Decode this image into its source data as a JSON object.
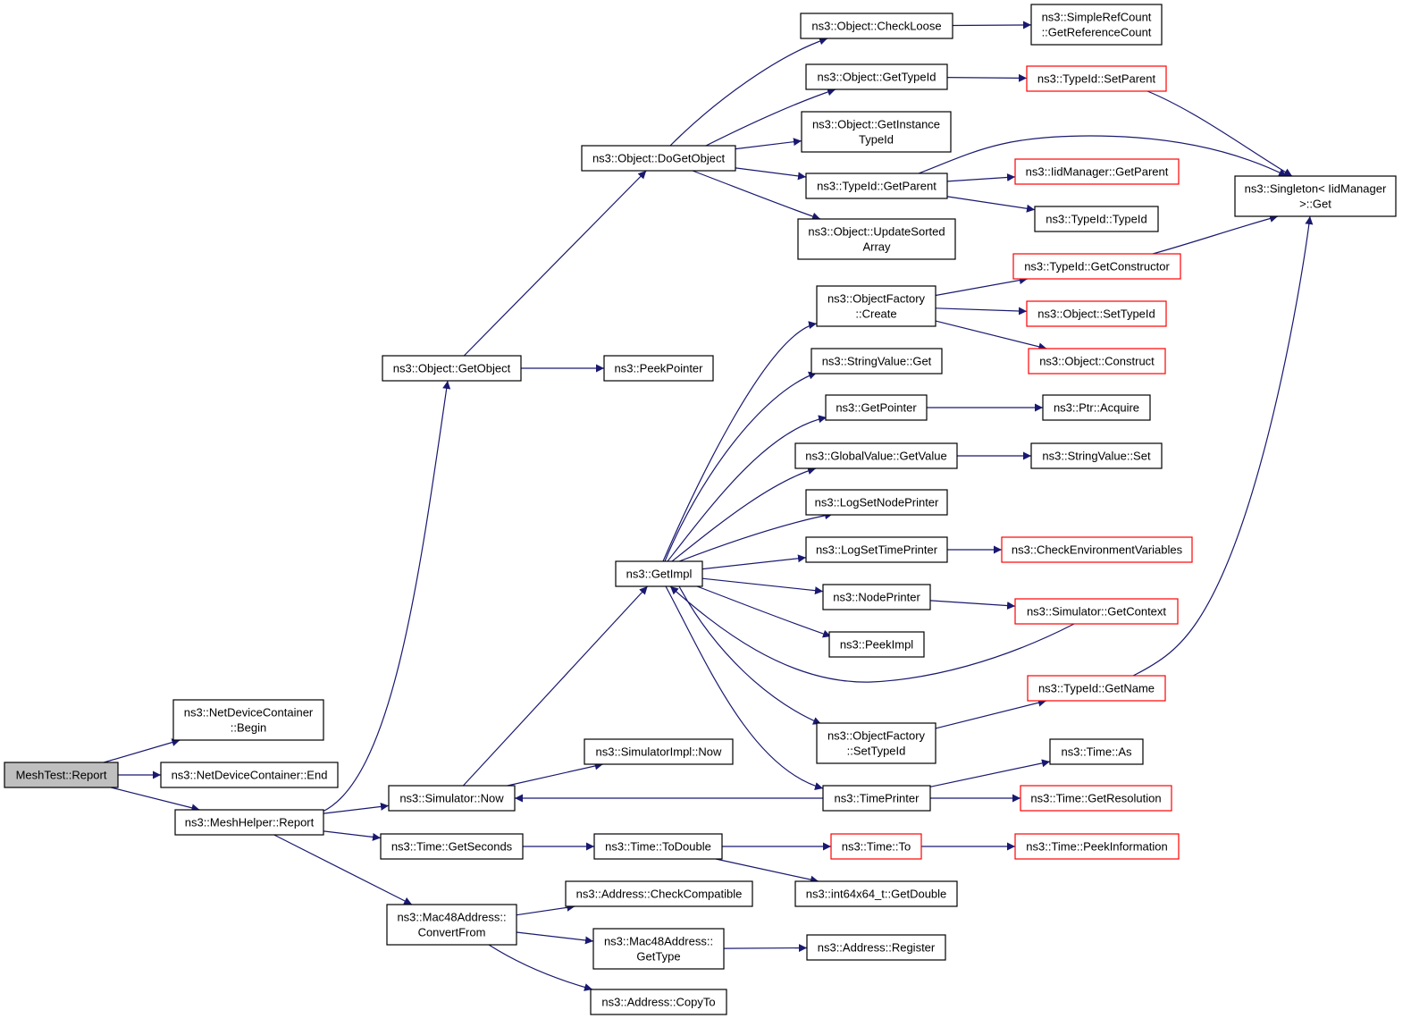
{
  "colors": {
    "edge": "#191970",
    "node_border": "#000000",
    "node_border_truncated": "#ff0000",
    "root_fill": "#bfbfbf",
    "node_fill": "#ffffff"
  },
  "nodes": [
    {
      "id": "meshtest_report",
      "lines": [
        "MeshTest::Report"
      ],
      "root": true
    },
    {
      "id": "ndc_begin",
      "lines": [
        "ns3::NetDeviceContainer",
        "::Begin"
      ]
    },
    {
      "id": "ndc_end",
      "lines": [
        "ns3::NetDeviceContainer::End"
      ]
    },
    {
      "id": "meshhelper_report",
      "lines": [
        "ns3::MeshHelper::Report"
      ]
    },
    {
      "id": "object_getobject",
      "lines": [
        "ns3::Object::GetObject"
      ]
    },
    {
      "id": "simulator_now",
      "lines": [
        "ns3::Simulator::Now"
      ]
    },
    {
      "id": "time_getseconds",
      "lines": [
        "ns3::Time::GetSeconds"
      ]
    },
    {
      "id": "mac48_convertfrom",
      "lines": [
        "ns3::Mac48Address::",
        "ConvertFrom"
      ]
    },
    {
      "id": "object_dogetobject",
      "lines": [
        "ns3::Object::DoGetObject"
      ]
    },
    {
      "id": "peekpointer",
      "lines": [
        "ns3::PeekPointer"
      ]
    },
    {
      "id": "getimpl",
      "lines": [
        "ns3::GetImpl"
      ]
    },
    {
      "id": "simulatorimpl_now",
      "lines": [
        "ns3::SimulatorImpl::Now"
      ]
    },
    {
      "id": "time_todouble",
      "lines": [
        "ns3::Time::ToDouble"
      ]
    },
    {
      "id": "address_checkcompatible",
      "lines": [
        "ns3::Address::CheckCompatible"
      ]
    },
    {
      "id": "mac48_gettype",
      "lines": [
        "ns3::Mac48Address::",
        "GetType"
      ]
    },
    {
      "id": "address_copyto",
      "lines": [
        "ns3::Address::CopyTo"
      ]
    },
    {
      "id": "object_checkloose",
      "lines": [
        "ns3::Object::CheckLoose"
      ]
    },
    {
      "id": "object_gettypeid",
      "lines": [
        "ns3::Object::GetTypeId"
      ]
    },
    {
      "id": "object_getinstancetypeid",
      "lines": [
        "ns3::Object::GetInstance",
        "TypeId"
      ]
    },
    {
      "id": "typeid_getparent",
      "lines": [
        "ns3::TypeId::GetParent"
      ]
    },
    {
      "id": "object_updatesortedarray",
      "lines": [
        "ns3::Object::UpdateSorted",
        "Array"
      ]
    },
    {
      "id": "objectfactory_create",
      "lines": [
        "ns3::ObjectFactory",
        "::Create"
      ]
    },
    {
      "id": "stringvalue_get",
      "lines": [
        "ns3::StringValue::Get"
      ]
    },
    {
      "id": "getpointer",
      "lines": [
        "ns3::GetPointer"
      ]
    },
    {
      "id": "globalvalue_getvalue",
      "lines": [
        "ns3::GlobalValue::GetValue"
      ]
    },
    {
      "id": "logsetnodeprinter",
      "lines": [
        "ns3::LogSetNodePrinter"
      ]
    },
    {
      "id": "logsettimeprinter",
      "lines": [
        "ns3::LogSetTimePrinter"
      ]
    },
    {
      "id": "nodeprinter",
      "lines": [
        "ns3::NodePrinter"
      ]
    },
    {
      "id": "peekimpl",
      "lines": [
        "ns3::PeekImpl"
      ]
    },
    {
      "id": "objectfactory_settypeid",
      "lines": [
        "ns3::ObjectFactory",
        "::SetTypeId"
      ]
    },
    {
      "id": "timeprinter",
      "lines": [
        "ns3::TimePrinter"
      ]
    },
    {
      "id": "int64x64_getdouble",
      "lines": [
        "ns3::int64x64_t::GetDouble"
      ]
    },
    {
      "id": "time_to",
      "lines": [
        "ns3::Time::To"
      ],
      "truncated": true
    },
    {
      "id": "address_register",
      "lines": [
        "ns3::Address::Register"
      ]
    },
    {
      "id": "simplerefcount_getreferencecount",
      "lines": [
        "ns3::SimpleRefCount",
        "::GetReferenceCount"
      ]
    },
    {
      "id": "typeid_setparent",
      "lines": [
        "ns3::TypeId::SetParent"
      ],
      "truncated": true
    },
    {
      "id": "iidmanager_getparent",
      "lines": [
        "ns3::IidManager::GetParent"
      ],
      "truncated": true
    },
    {
      "id": "typeid_typeid",
      "lines": [
        "ns3::TypeId::TypeId"
      ]
    },
    {
      "id": "typeid_getconstructor",
      "lines": [
        "ns3::TypeId::GetConstructor"
      ],
      "truncated": true
    },
    {
      "id": "object_settypeid",
      "lines": [
        "ns3::Object::SetTypeId"
      ],
      "truncated": true
    },
    {
      "id": "object_construct",
      "lines": [
        "ns3::Object::Construct"
      ],
      "truncated": true
    },
    {
      "id": "ptr_acquire",
      "lines": [
        "ns3::Ptr::Acquire"
      ]
    },
    {
      "id": "stringvalue_set",
      "lines": [
        "ns3::StringValue::Set"
      ]
    },
    {
      "id": "checkenvironmentvariables",
      "lines": [
        "ns3::CheckEnvironmentVariables"
      ],
      "truncated": true
    },
    {
      "id": "simulator_getcontext",
      "lines": [
        "ns3::Simulator::GetContext"
      ],
      "truncated": true
    },
    {
      "id": "typeid_getname",
      "lines": [
        "ns3::TypeId::GetName"
      ],
      "truncated": true
    },
    {
      "id": "time_as",
      "lines": [
        "ns3::Time::As"
      ]
    },
    {
      "id": "time_getresolution",
      "lines": [
        "ns3::Time::GetResolution"
      ],
      "truncated": true
    },
    {
      "id": "time_peekinformation",
      "lines": [
        "ns3::Time::PeekInformation"
      ],
      "truncated": true
    },
    {
      "id": "singleton_get",
      "lines": [
        "ns3::Singleton< IidManager",
        ">::Get"
      ]
    }
  ],
  "edges": [
    [
      "meshtest_report",
      "ndc_begin"
    ],
    [
      "meshtest_report",
      "ndc_end"
    ],
    [
      "meshtest_report",
      "meshhelper_report"
    ],
    [
      "meshhelper_report",
      "object_getobject"
    ],
    [
      "meshhelper_report",
      "simulator_now"
    ],
    [
      "meshhelper_report",
      "time_getseconds"
    ],
    [
      "meshhelper_report",
      "mac48_convertfrom"
    ],
    [
      "object_getobject",
      "object_dogetobject"
    ],
    [
      "object_getobject",
      "peekpointer"
    ],
    [
      "object_dogetobject",
      "object_checkloose"
    ],
    [
      "object_dogetobject",
      "object_gettypeid"
    ],
    [
      "object_dogetobject",
      "object_getinstancetypeid"
    ],
    [
      "object_dogetobject",
      "typeid_getparent"
    ],
    [
      "object_dogetobject",
      "object_updatesortedarray"
    ],
    [
      "object_checkloose",
      "simplerefcount_getreferencecount"
    ],
    [
      "object_gettypeid",
      "typeid_setparent"
    ],
    [
      "typeid_setparent",
      "singleton_get"
    ],
    [
      "typeid_getparent",
      "singleton_get"
    ],
    [
      "typeid_getparent",
      "iidmanager_getparent"
    ],
    [
      "typeid_getparent",
      "typeid_typeid"
    ],
    [
      "simulator_now",
      "getimpl"
    ],
    [
      "simulator_now",
      "simulatorimpl_now"
    ],
    [
      "getimpl",
      "objectfactory_create"
    ],
    [
      "getimpl",
      "stringvalue_get"
    ],
    [
      "getimpl",
      "getpointer"
    ],
    [
      "getimpl",
      "globalvalue_getvalue"
    ],
    [
      "getimpl",
      "logsetnodeprinter"
    ],
    [
      "getimpl",
      "logsettimeprinter"
    ],
    [
      "getimpl",
      "nodeprinter"
    ],
    [
      "getimpl",
      "peekimpl"
    ],
    [
      "getimpl",
      "objectfactory_settypeid"
    ],
    [
      "getimpl",
      "timeprinter"
    ],
    [
      "objectfactory_create",
      "typeid_getconstructor"
    ],
    [
      "objectfactory_create",
      "object_settypeid"
    ],
    [
      "objectfactory_create",
      "object_construct"
    ],
    [
      "typeid_getconstructor",
      "singleton_get"
    ],
    [
      "getpointer",
      "ptr_acquire"
    ],
    [
      "globalvalue_getvalue",
      "stringvalue_set"
    ],
    [
      "logsettimeprinter",
      "checkenvironmentvariables"
    ],
    [
      "nodeprinter",
      "simulator_getcontext"
    ],
    [
      "simulator_getcontext",
      "getimpl"
    ],
    [
      "objectfactory_settypeid",
      "typeid_getname"
    ],
    [
      "typeid_getname",
      "singleton_get"
    ],
    [
      "timeprinter",
      "time_as"
    ],
    [
      "timeprinter",
      "time_getresolution"
    ],
    [
      "timeprinter",
      "simulator_now"
    ],
    [
      "time_getseconds",
      "time_todouble"
    ],
    [
      "time_todouble",
      "time_to"
    ],
    [
      "time_todouble",
      "int64x64_getdouble"
    ],
    [
      "time_to",
      "time_peekinformation"
    ],
    [
      "mac48_convertfrom",
      "address_checkcompatible"
    ],
    [
      "mac48_convertfrom",
      "mac48_gettype"
    ],
    [
      "mac48_convertfrom",
      "address_copyto"
    ],
    [
      "mac48_gettype",
      "address_register"
    ]
  ]
}
